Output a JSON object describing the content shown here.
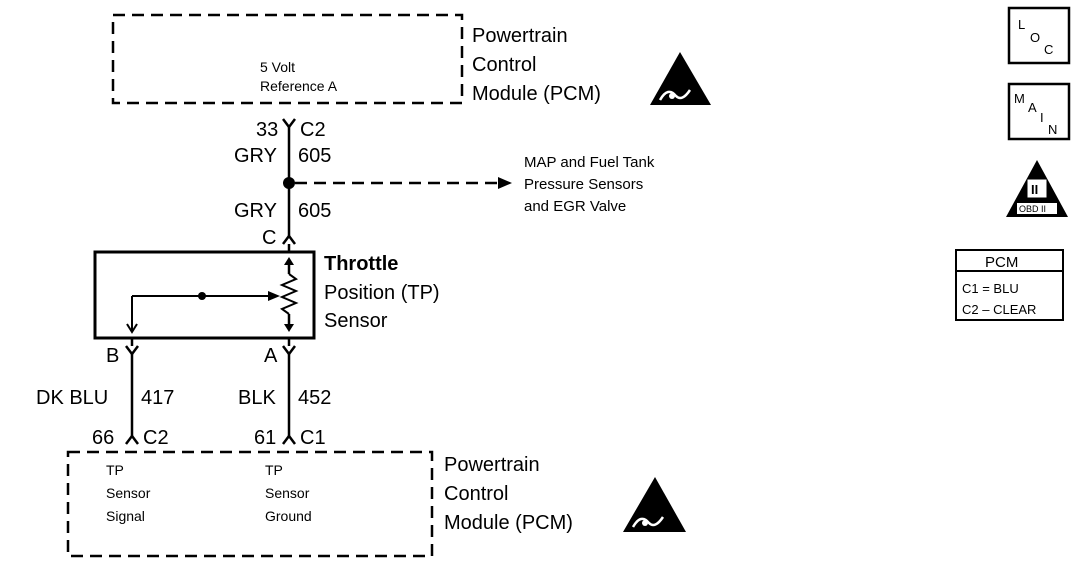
{
  "top_pcm": {
    "name_lines": [
      "Powertrain",
      "Control",
      "Module (PCM)"
    ],
    "internal_lines": [
      "5 Volt",
      "Reference A"
    ]
  },
  "top_connector": {
    "pin": "33",
    "connector": "C2"
  },
  "wire_top": {
    "color": "GRY",
    "circuit": "605"
  },
  "splice_target_lines": [
    "MAP and Fuel Tank",
    "Pressure Sensors",
    "and EGR Valve"
  ],
  "wire_mid": {
    "color": "GRY",
    "circuit": "605"
  },
  "sensor": {
    "name_lines": [
      "Throttle",
      "Position (TP)",
      "Sensor"
    ],
    "pin_c": "C",
    "pin_b": "B",
    "pin_a": "A"
  },
  "wire_left": {
    "color": "DK BLU",
    "circuit": "417"
  },
  "wire_right": {
    "color": "BLK",
    "circuit": "452"
  },
  "bottom_connector_left": {
    "pin": "66",
    "connector": "C2"
  },
  "bottom_connector_right": {
    "pin": "61",
    "connector": "C1"
  },
  "bottom_pcm": {
    "name_lines": [
      "Powertrain",
      "Control",
      "Module (PCM)"
    ],
    "signal_lines": [
      "TP",
      "Sensor",
      "Signal"
    ],
    "ground_lines": [
      "TP",
      "Sensor",
      "Ground"
    ]
  },
  "side_icons": {
    "loc": [
      "L",
      "O",
      "C"
    ],
    "main": [
      "M",
      "A",
      "I",
      "N"
    ],
    "obd": {
      "numeral": "II",
      "label": "OBD II"
    }
  },
  "pcm_legend": {
    "title": "PCM",
    "rows": [
      "C1 = BLU",
      "C2 – CLEAR"
    ]
  }
}
